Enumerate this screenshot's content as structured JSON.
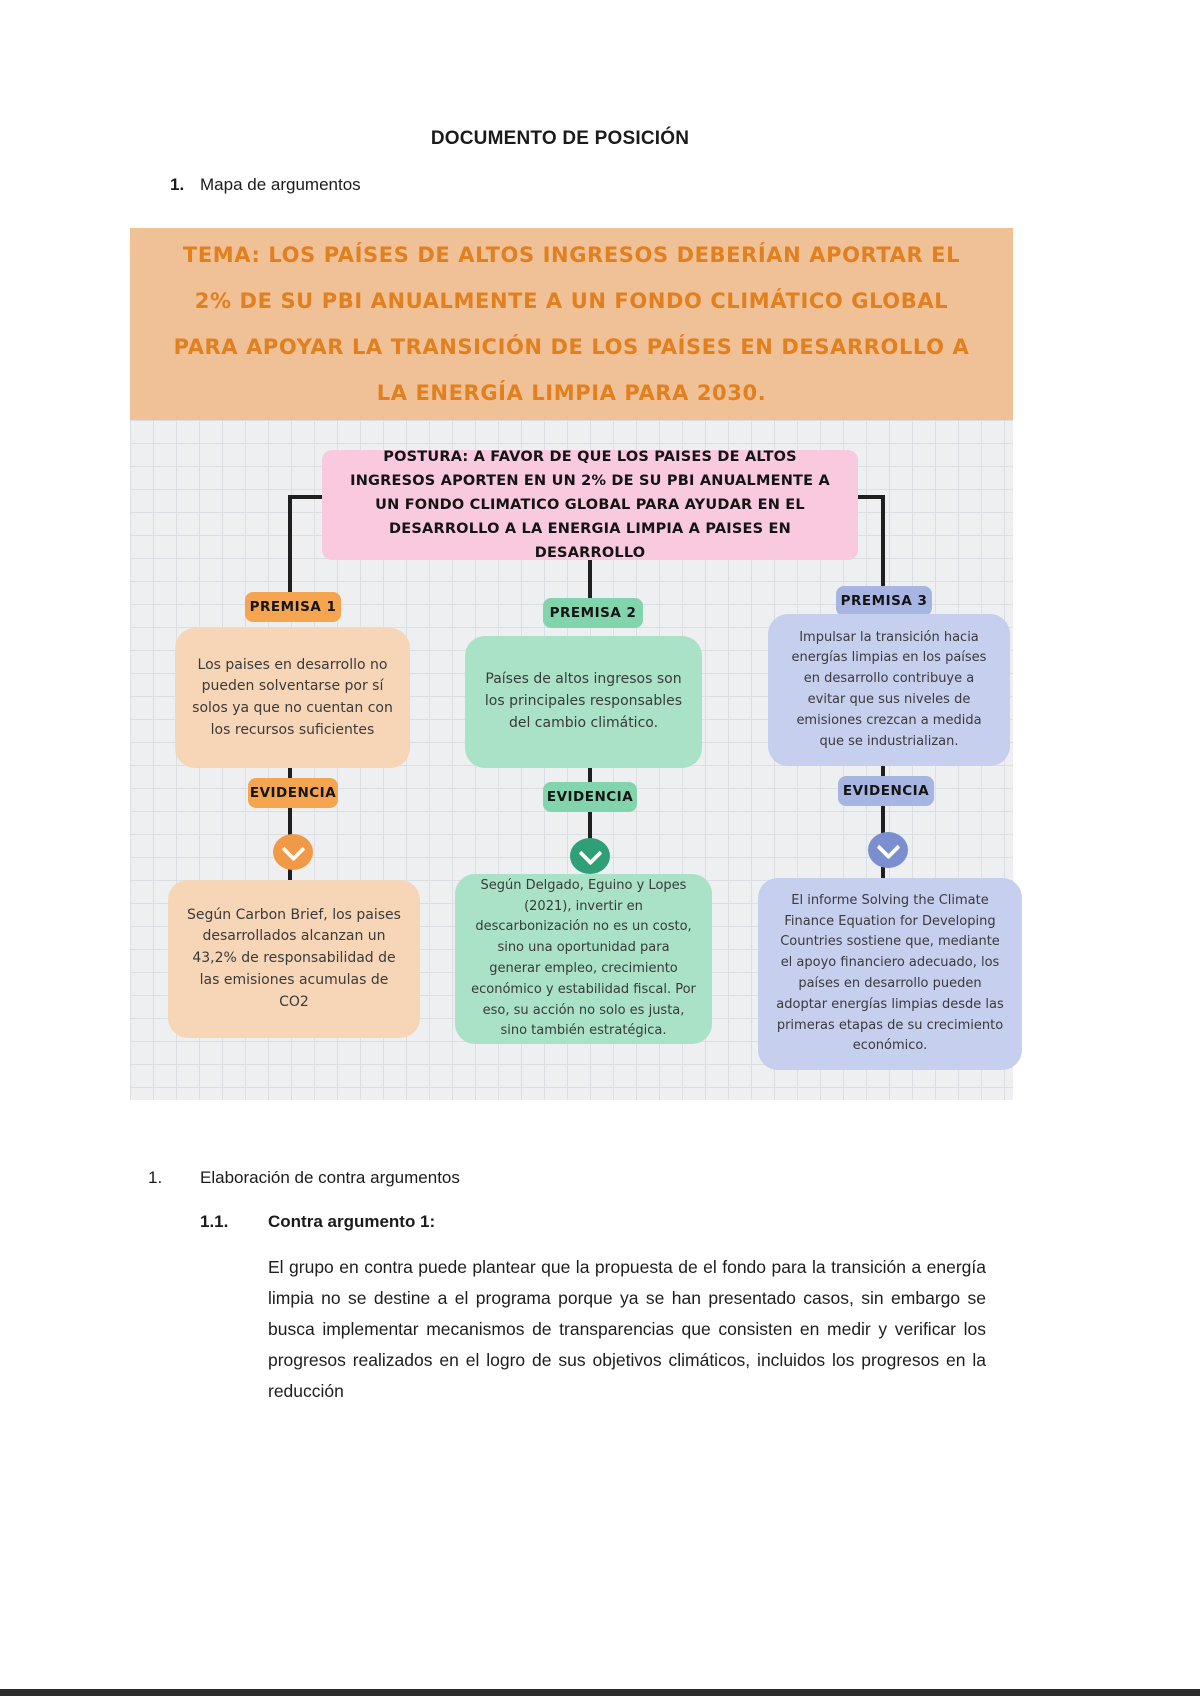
{
  "document": {
    "title": "DOCUMENTO DE POSICIÓN",
    "map_section": {
      "number": "1.",
      "label": "Mapa de argumentos"
    },
    "counter_section": {
      "number": "1.",
      "label": "Elaboración de contra argumentos"
    },
    "counter_sub": {
      "number": "1.1.",
      "label": "Contra argumento 1:"
    },
    "paragraph": "El grupo en contra puede plantear que la propuesta de el fondo para la transición a energía limpia no se destine a el programa porque ya se han presentado casos, sin embargo se busca implementar mecanismos de transparencias que consisten en medir y verificar los progresos realizados en el logro de sus objetivos climáticos, incluidos los progresos en la reducción"
  },
  "diagram": {
    "tema": "TEMA: LOS PAÍSES DE ALTOS INGRESOS DEBERÍAN APORTAR EL 2% DE SU PBI ANUALMENTE A UN FONDO CLIMÁTICO GLOBAL PARA APOYAR LA TRANSICIÓN DE LOS PAÍSES EN DESARROLLO A LA ENERGÍA LIMPIA PARA 2030.",
    "postura": "POSTURA: A FAVOR DE QUE LOS PAISES DE ALTOS INGRESOS APORTEN EN UN 2% DE SU PBI ANUALMENTE A UN FONDO CLIMATICO GLOBAL PARA AYUDAR EN EL DESARROLLO A LA ENERGIA LIMPIA A PAISES EN DESARROLLO",
    "columns": [
      {
        "premise_label": "PREMISA 1",
        "premise_text": "Los paises en desarrollo no pueden solventarse por sí solos ya que no cuentan con los recursos suficientes",
        "evidence_label": "EVIDENCIA",
        "evidence_text": "Según Carbon Brief, los paises desarrollados alcanzan un 43,2% de responsabilidad de las emisiones acumulas de CO2",
        "accent_color": "#f5a54f",
        "box_color": "#f7d6b8",
        "arrow_color": "#f09a47"
      },
      {
        "premise_label": "PREMISA 2",
        "premise_text": "Países de altos ingresos son los principales responsables del cambio climático.",
        "evidence_label": "EVIDENCIA",
        "evidence_text": "Según Delgado, Eguino y Lopes (2021), invertir en descarbonización no es un costo, sino una oportunidad para generar empleo, crecimiento económico y estabilidad fiscal. Por eso, su acción no solo es justa, sino también estratégica.",
        "accent_color": "#82d4ac",
        "box_color": "#a9e2c6",
        "arrow_color": "#2f9f78"
      },
      {
        "premise_label": "PREMISA 3",
        "premise_text": "Impulsar la transición hacia energías limpias en los países en desarrollo contribuye a evitar que sus niveles de emisiones crezcan a medida que se industrializan.",
        "evidence_label": "EVIDENCIA",
        "evidence_text": "El informe Solving the Climate Finance Equation for Developing Countries sostiene que, mediante el apoyo financiero adecuado, los países en desarrollo pueden adoptar energías limpias desde las primeras etapas de su crecimiento económico.",
        "accent_color": "#a7b5e3",
        "box_color": "#c6cfee",
        "arrow_color": "#7b8fd0"
      }
    ],
    "colors": {
      "header_bg": "#f0c096",
      "header_text": "#e2801f",
      "postura_bg": "#f8c9df",
      "grid_bg": "#edeff1",
      "grid_line": "#dbdfe3",
      "connector": "#1f1f1f"
    }
  }
}
